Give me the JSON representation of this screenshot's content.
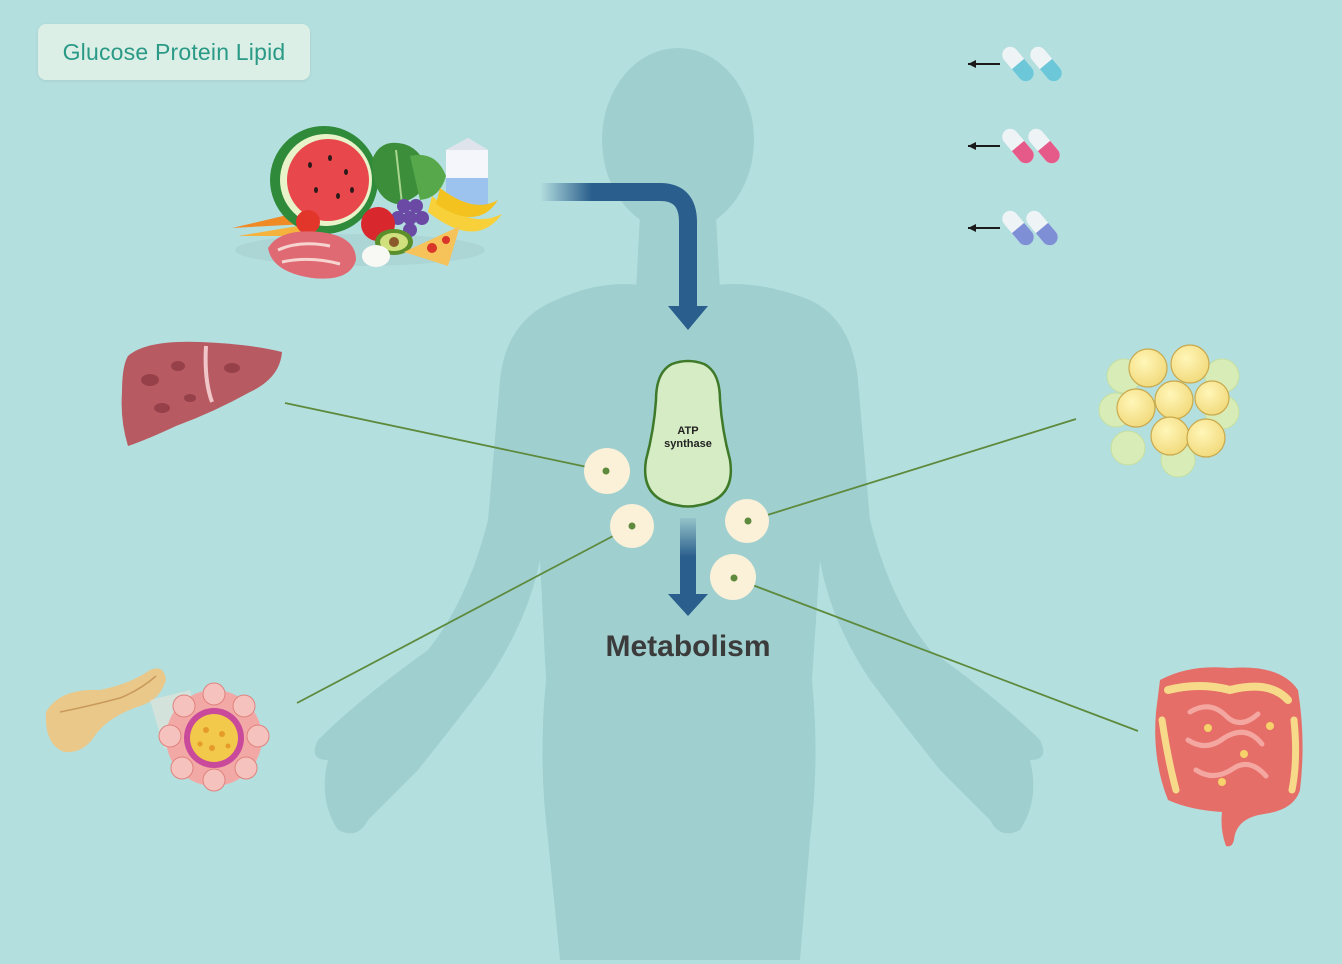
{
  "legend": {
    "text": "Glucose Protein Lipid"
  },
  "mitochondrion": {
    "line1": "ATP",
    "line2": "synthase"
  },
  "outcome": {
    "text": "Metabolism"
  },
  "colors": {
    "background": "#b4dfdf",
    "body_silhouette": "#a0cfd0",
    "arrow": "#2a5e8c",
    "connector": "#5d8a3c",
    "node_fill": "#fbf0d8",
    "mito_fill": "#d6ecc5",
    "mito_stroke": "#3f7a2a"
  },
  "icons": {
    "food": "food-group-icon",
    "liver": "liver-icon",
    "pancreas": "pancreas-islet-icon",
    "adipose": "adipose-tissue-icon",
    "intestine": "intestine-icon",
    "drugs": [
      "teal-capsule-icon",
      "pink-capsule-icon",
      "blue-capsule-icon"
    ]
  }
}
